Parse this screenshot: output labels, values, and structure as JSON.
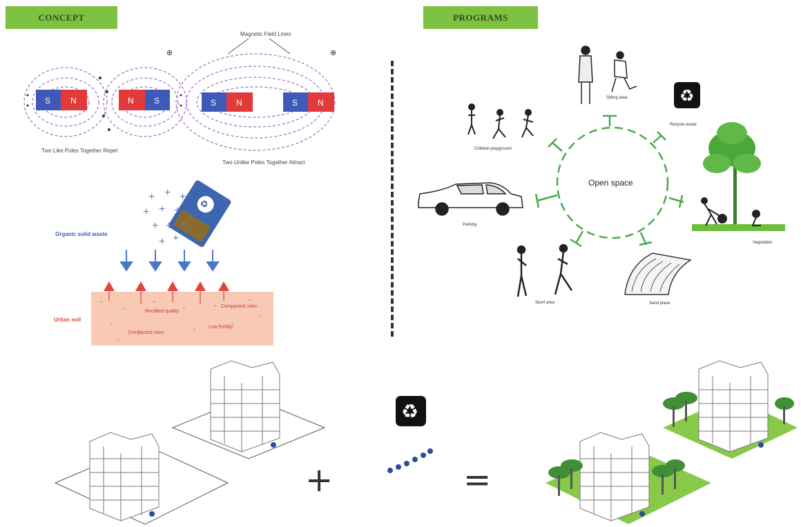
{
  "headers": {
    "concept": "CONCEPT",
    "programs": "PROGRAMS"
  },
  "magnets": {
    "field_lines_label": "Magnetic Field Lines",
    "left_caption": "Two Like Poles Together Repel",
    "right_caption": "Two Unlike Poles Together Attract",
    "pole_s": "S",
    "pole_n": "N"
  },
  "soil": {
    "organic_label": "Organic solid waste",
    "urban_label": "Urban soil",
    "improved_label": "Rectified quality",
    "compacted_right": "Compacted sites",
    "compacted_left": "Compacted sites",
    "low_fertility": "Low fertility"
  },
  "programs": {
    "center": "Open space",
    "items": [
      "Sitting area",
      "Recycle waste",
      "Vegetation",
      "Sand plane",
      "Sport area",
      "Parking",
      "Children playground"
    ]
  },
  "equation": {
    "plus": "+",
    "equals": "="
  },
  "colors": {
    "tag_green": "#7dc142",
    "magnet_blue": "#3f59b8",
    "magnet_red": "#e23a3a",
    "field_purple": "#9a6cc6",
    "soil": "#f8c9b5",
    "arrow_red": "#e0443a",
    "arrow_blue": "#4a78c8",
    "ring_green": "#4aa84a",
    "lawn": "#88c94a"
  }
}
